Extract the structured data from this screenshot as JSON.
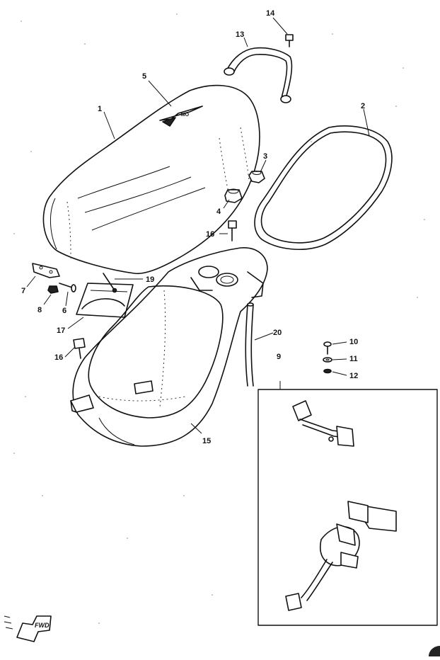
{
  "diagram": {
    "callouts": [
      {
        "id": "label-1",
        "text": "1"
      },
      {
        "id": "label-2",
        "text": "2"
      },
      {
        "id": "label-3",
        "text": "3"
      },
      {
        "id": "label-4",
        "text": "4"
      },
      {
        "id": "label-5",
        "text": "5"
      },
      {
        "id": "label-6",
        "text": "6"
      },
      {
        "id": "label-7",
        "text": "7"
      },
      {
        "id": "label-8",
        "text": "8"
      },
      {
        "id": "label-9",
        "text": "9"
      },
      {
        "id": "label-10",
        "text": "10"
      },
      {
        "id": "label-11",
        "text": "11"
      },
      {
        "id": "label-12",
        "text": "12"
      },
      {
        "id": "label-13",
        "text": "13"
      },
      {
        "id": "label-14",
        "text": "14"
      },
      {
        "id": "label-15",
        "text": "15"
      },
      {
        "id": "label-16a",
        "text": "16"
      },
      {
        "id": "label-16b",
        "text": "16"
      },
      {
        "id": "label-17",
        "text": "17"
      },
      {
        "id": "label-19",
        "text": "19"
      },
      {
        "id": "label-20",
        "text": "20"
      }
    ],
    "fwd_badge": "FWD"
  }
}
